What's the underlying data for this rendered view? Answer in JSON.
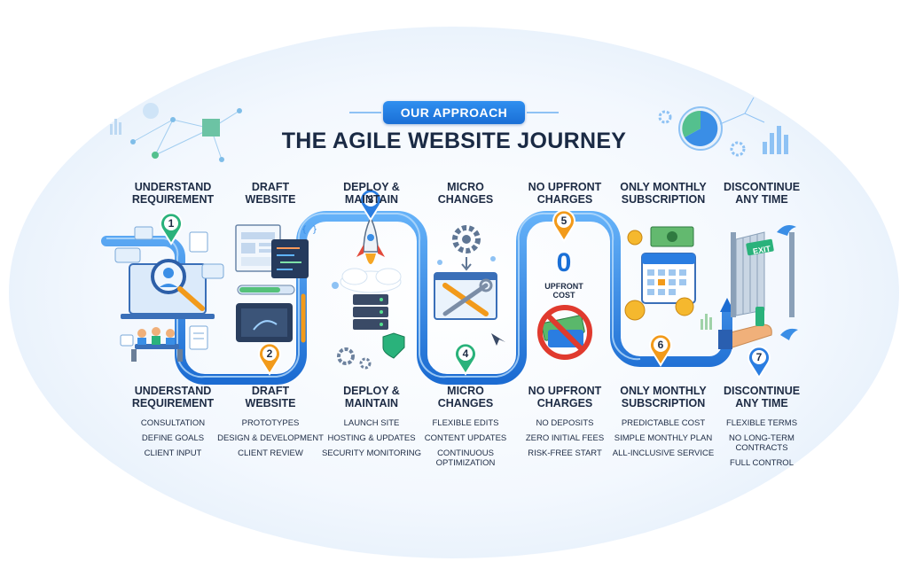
{
  "header": {
    "badge": "OUR APPROACH",
    "title": "THE AGILE WEBSITE JOURNEY"
  },
  "colors": {
    "path_blue": "#2f86e6",
    "marker_orange": "#f29a1a",
    "marker_green": "#2ab27b",
    "marker_blue": "#2a7de1",
    "text_dark": "#1d2b44"
  },
  "steps": [
    {
      "number": "1",
      "top_title": [
        "UNDERSTAND",
        "REQUIREMENT"
      ],
      "bottom_title": [
        "UNDERSTAND",
        "REQUIREMENT"
      ],
      "items": [
        "CONSULTATION",
        "DEFINE GOALS",
        "CLIENT INPUT"
      ],
      "icons": [
        "magnifier-icon",
        "laptop-icon",
        "meeting-icon",
        "document-icon"
      ]
    },
    {
      "number": "2",
      "top_title": [
        "DRAFT",
        "WEBSITE"
      ],
      "bottom_title": [
        "DRAFT",
        "WEBSITE"
      ],
      "items": [
        "PROTOTYPES",
        "DESIGN & DEVELOPMENT",
        "CLIENT REVIEW"
      ],
      "icons": [
        "wireframe-icon",
        "code-icon",
        "tablet-icon",
        "pencil-icon"
      ]
    },
    {
      "number": "3",
      "top_title": [
        "DEPLOY &",
        "MAINTAIN"
      ],
      "bottom_title": [
        "DEPLOY &",
        "MAINTAIN"
      ],
      "items": [
        "LAUNCH SITE",
        "HOSTING & UPDATES",
        "SECURITY MONITORING"
      ],
      "icons": [
        "rocket-icon",
        "server-icon",
        "shield-icon",
        "gear-icon"
      ]
    },
    {
      "number": "4",
      "top_title": [
        "MICRO",
        "CHANGES"
      ],
      "bottom_title": [
        "MICRO",
        "CHANGES"
      ],
      "items": [
        "FLEXIBLE EDITS",
        "CONTENT UPDATES",
        "CONTINUOUS OPTIMIZATION"
      ],
      "icons": [
        "gear-icon",
        "tools-icon",
        "browser-icon"
      ]
    },
    {
      "number": "5",
      "top_title": [
        "NO UPFRONT",
        "CHARGES"
      ],
      "bottom_title": [
        "NO UPFRONT",
        "CHARGES"
      ],
      "items": [
        "NO DEPOSITS",
        "ZERO INITIAL FEES",
        "RISK-FREE START"
      ],
      "icons": [
        "no-money-icon"
      ],
      "zero_value": "0",
      "zero_label": [
        "UPFRONT",
        "COST"
      ]
    },
    {
      "number": "6",
      "top_title": [
        "ONLY MONTHLY",
        "SUBSCRIPTION"
      ],
      "bottom_title": [
        "ONLY MONTHLY",
        "SUBSCRIPTION"
      ],
      "items": [
        "PREDICTABLE COST",
        "SIMPLE MONTHLY PLAN",
        "ALL-INCLUSIVE SERVICE"
      ],
      "icons": [
        "calendar-icon",
        "coin-icon",
        "banknote-icon"
      ]
    },
    {
      "number": "7",
      "top_title": [
        "DISCONTINUE",
        "ANY TIME"
      ],
      "bottom_title": [
        "DISCONTINUE",
        "ANY TIME"
      ],
      "items": [
        "FLEXIBLE TERMS",
        "NO LONG-TERM CONTRACTS",
        "FULL CONTROL"
      ],
      "icons": [
        "exit-gate-icon",
        "hand-icon",
        "bird-icon"
      ],
      "exit_sign": "EXIT"
    }
  ]
}
